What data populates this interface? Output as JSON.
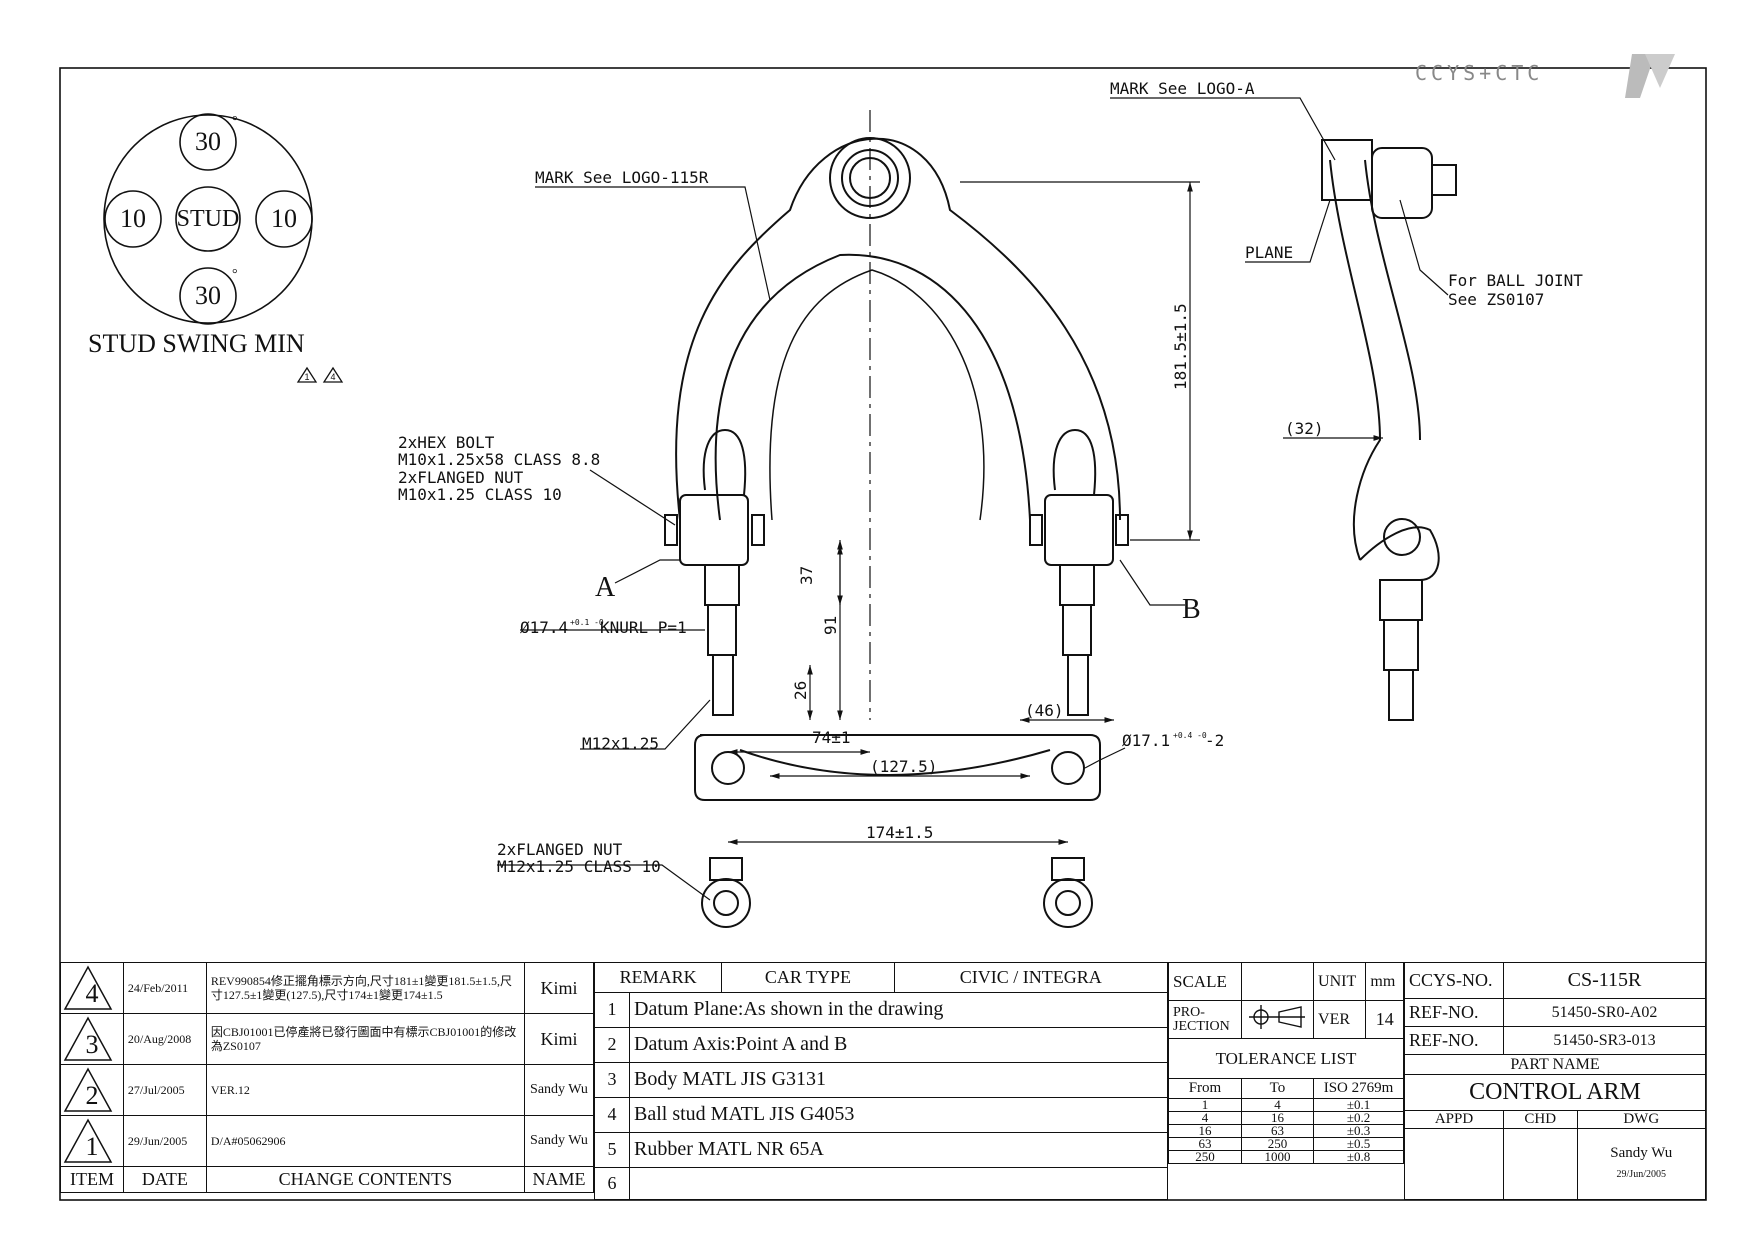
{
  "logo": {
    "text": "CCYS+CTC"
  },
  "stud_swing": {
    "top": "30",
    "bottom": "30",
    "left": "10",
    "right": "10",
    "center": "STUD",
    "deg": "°",
    "title": "STUD SWING MIN",
    "rev_marks": [
      "1",
      "4"
    ]
  },
  "labels": {
    "mark_logo_115r": "MARK See LOGO-115R",
    "mark_logo_a": "MARK See LOGO-A",
    "plane": "PLANE",
    "ball_joint_1": "For BALL JOINT",
    "ball_joint_2": "See ZS0107",
    "hex_bolt_1": "2xHEX BOLT",
    "hex_bolt_2": "M10x1.25x58 CLASS 8.8",
    "flanged_nut_1": "2xFLANGED NUT",
    "flanged_nut_2": "M10x1.25 CLASS 10",
    "flanged_nut12_1": "2xFLANGED NUT",
    "flanged_nut12_2": "M12x1.25 CLASS 10",
    "point_a": "A",
    "point_b": "B",
    "knurl": "Ø17.4",
    "knurl_tol": "+0.1 -0",
    "knurl_rest": "KNURL P=1",
    "m12": "M12x1.25",
    "dim_37": "37",
    "dim_91": "91",
    "dim_26": "26",
    "dim_74": "74±1",
    "dim_46": "(46)",
    "dim_1275": "(127.5)",
    "dim_174": "174±1.5",
    "dim_171": "Ø17.1",
    "dim_171_tol": "+0.4 -0",
    "dim_171_rest": "-2",
    "dim_1815": "181.5±1.5",
    "dim_32": "(32)"
  },
  "revisions": [
    {
      "item": "4",
      "date": "24/Feb/2011",
      "content": "REV990854修正擺角標示方向,尺寸181±1變更181.5±1.5,尺寸127.5±1變更(127.5),尺寸174±1變更174±1.5",
      "name": "Kimi"
    },
    {
      "item": "3",
      "date": "20/Aug/2008",
      "content": "因CBJ01001已停產將已發行圖面中有標示CBJ01001的修改為ZS0107",
      "name": "Kimi"
    },
    {
      "item": "2",
      "date": "27/Jul/2005",
      "content": "VER.12",
      "name": "Sandy Wu"
    },
    {
      "item": "1",
      "date": "29/Jun/2005",
      "content": "D/A#05062906",
      "name": "Sandy Wu"
    }
  ],
  "rev_header": {
    "item": "ITEM",
    "date": "DATE",
    "content": "CHANGE CONTENTS",
    "name": "NAME"
  },
  "remarks": {
    "header": "REMARK",
    "car_type_label": "CAR TYPE",
    "car_type": "CIVIC / INTEGRA",
    "items": [
      {
        "no": "1",
        "text": "Datum Plane:As shown in the drawing"
      },
      {
        "no": "2",
        "text": "Datum Axis:Point A and B"
      },
      {
        "no": "3",
        "text": "Body MATL JIS G3131"
      },
      {
        "no": "4",
        "text": "Ball stud MATL JIS G4053"
      },
      {
        "no": "5",
        "text": "Rubber MATL NR 65A"
      },
      {
        "no": "6",
        "text": ""
      }
    ]
  },
  "title_block": {
    "scale_label": "SCALE",
    "scale": "",
    "unit_label": "UNIT",
    "unit": "mm",
    "projection_label": "PRO-\nJECTION",
    "ver_label": "VER",
    "ver": "14",
    "tolerance_title": "TOLERANCE LIST",
    "tolerance_header": [
      "From",
      "To",
      "ISO 2769m"
    ],
    "tolerance_rows": [
      [
        "1",
        "4",
        "±0.1"
      ],
      [
        "4",
        "16",
        "±0.2"
      ],
      [
        "16",
        "63",
        "±0.3"
      ],
      [
        "63",
        "250",
        "±0.5"
      ],
      [
        "250",
        "1000",
        "±0.8"
      ]
    ],
    "ccys_no_label": "CCYS-NO.",
    "ccys_no": "CS-115R",
    "ref1_label": "REF-NO.",
    "ref1": "51450-SR0-A02",
    "ref2_label": "REF-NO.",
    "ref2": "51450-SR3-013",
    "part_name_label": "PART NAME",
    "part_name": "CONTROL ARM",
    "appd": "APPD",
    "chd": "CHD",
    "dwg": "DWG",
    "drawn_by": "Sandy Wu",
    "drawn_date": "29/Jun/2005"
  }
}
